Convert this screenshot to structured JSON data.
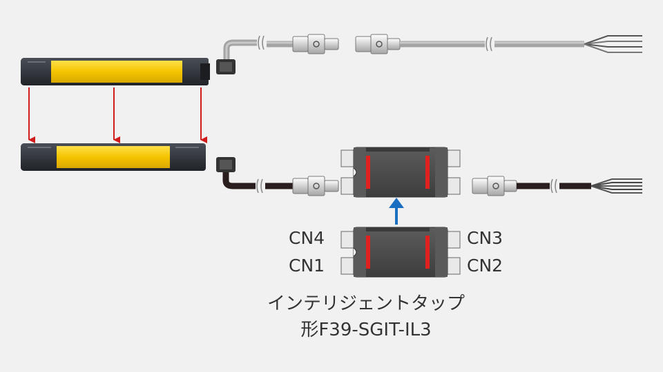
{
  "ports": {
    "cn4": "CN4",
    "cn3": "CN3",
    "cn1": "CN1",
    "cn2": "CN2"
  },
  "caption": {
    "name": "インテリジェントタップ",
    "model": "形F39-SGIT-IL3"
  },
  "colors": {
    "background": "#f1f1f1",
    "sensor_body": "#f5c400",
    "sensor_cap": "#2e3238",
    "tap_body": "#4d4d4d",
    "tap_accent": "#e12020",
    "gray_cable": "#a4a4a4",
    "black_cable": "#2a1e1e",
    "red_arrow": "#d11c1c",
    "blue_arrow": "#1a6fc0"
  },
  "icons": {
    "split_arrows": "arrow-down-icon",
    "install_arrow": "arrow-up-icon"
  }
}
